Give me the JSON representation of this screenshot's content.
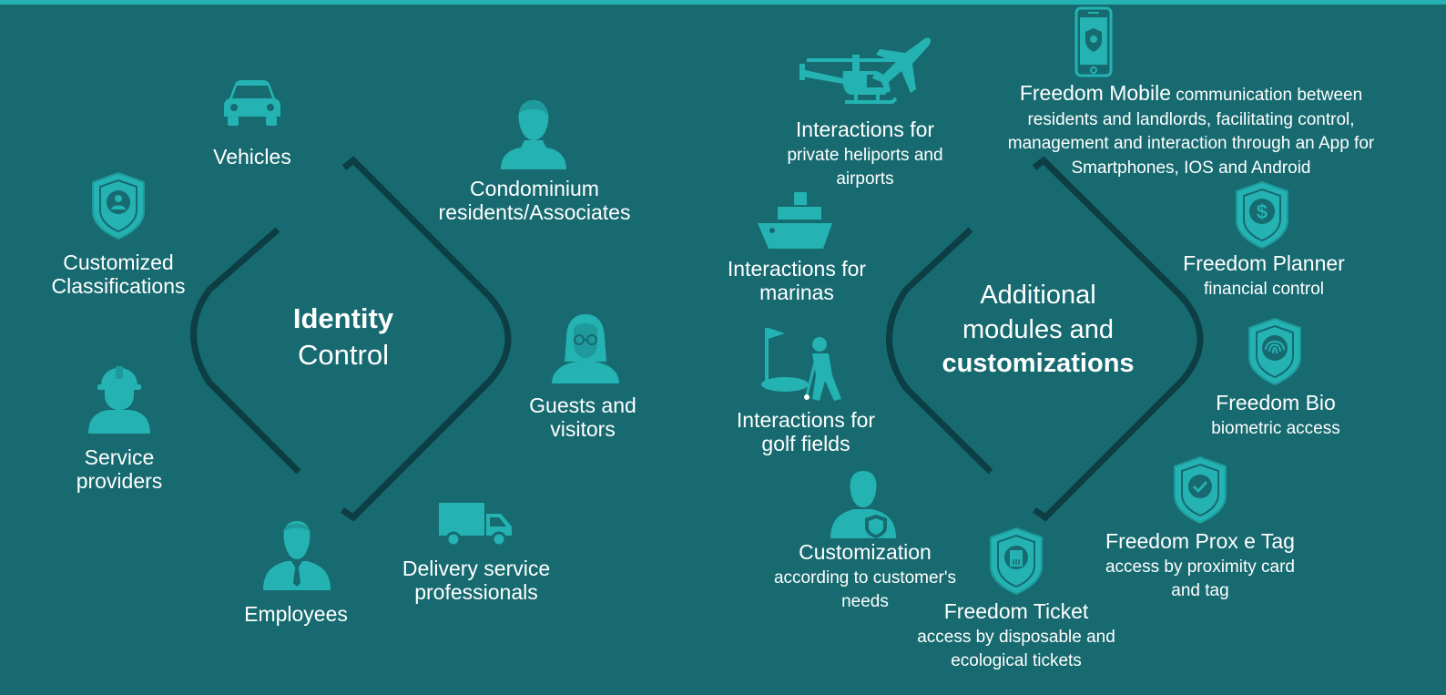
{
  "theme": {
    "background": "#166a70",
    "accent": "#24b2b2",
    "line": "#0c3e44",
    "text": "#ffffff"
  },
  "identity": {
    "center_bold": "Identity",
    "center_text": "Control",
    "items": {
      "vehicles": {
        "title": "Vehicles",
        "icon": "car-icon"
      },
      "residents": {
        "title_line1": "Condominium",
        "title_line2": "residents/Associates",
        "icon": "resident-person-icon"
      },
      "classifications": {
        "title_line1": "Customized",
        "title_line2": "Classifications",
        "icon": "shield-person-icon"
      },
      "guests": {
        "title_line1": "Guests and",
        "title_line2": "visitors",
        "icon": "woman-glasses-icon"
      },
      "providers": {
        "title_line1": "Service",
        "title_line2": "providers",
        "icon": "hardhat-worker-icon"
      },
      "delivery": {
        "title_line1": "Delivery service",
        "title_line2": "professionals",
        "icon": "truck-icon"
      },
      "employees": {
        "title": "Employees",
        "icon": "businessman-icon"
      }
    }
  },
  "additional": {
    "center_line1": "Additional",
    "center_line2": "modules and",
    "center_bold": "customizations",
    "items": {
      "heliports": {
        "title": "Interactions for",
        "sub_line1": "private heliports and",
        "sub_line2": "airports",
        "icon": "helicopter-airplane-icon"
      },
      "marinas": {
        "title_line1": "Interactions for",
        "title_line2": "marinas",
        "icon": "ship-icon"
      },
      "golf": {
        "title_line1": "Interactions for",
        "title_line2": "golf fields",
        "icon": "golfer-icon"
      },
      "customization": {
        "title": "Customization",
        "sub_line1": "according to customer's",
        "sub_line2": "needs",
        "icon": "agent-shield-icon"
      },
      "mobile": {
        "title": "Freedom Mobile",
        "sub_line1": "communication between",
        "sub_line2": "residents and landlords, facilitating control,",
        "sub_line3": "management and interaction through an App for",
        "sub_line4": "Smartphones, IOS and Android",
        "icon": "smartphone-icon"
      },
      "planner": {
        "title": "Freedom Planner",
        "sub": "financial control",
        "icon": "shield-dollar-icon"
      },
      "bio": {
        "title": "Freedom Bio",
        "sub": "biometric access",
        "icon": "shield-fingerprint-icon"
      },
      "prox": {
        "title": "Freedom Prox e Tag",
        "sub_line1": "access by proximity card",
        "sub_line2": "and tag",
        "icon": "shield-check-icon"
      },
      "ticket": {
        "title": "Freedom Ticket",
        "sub_line1": "access by disposable and",
        "sub_line2": "ecological tickets",
        "icon": "shield-ticket-icon"
      }
    }
  }
}
